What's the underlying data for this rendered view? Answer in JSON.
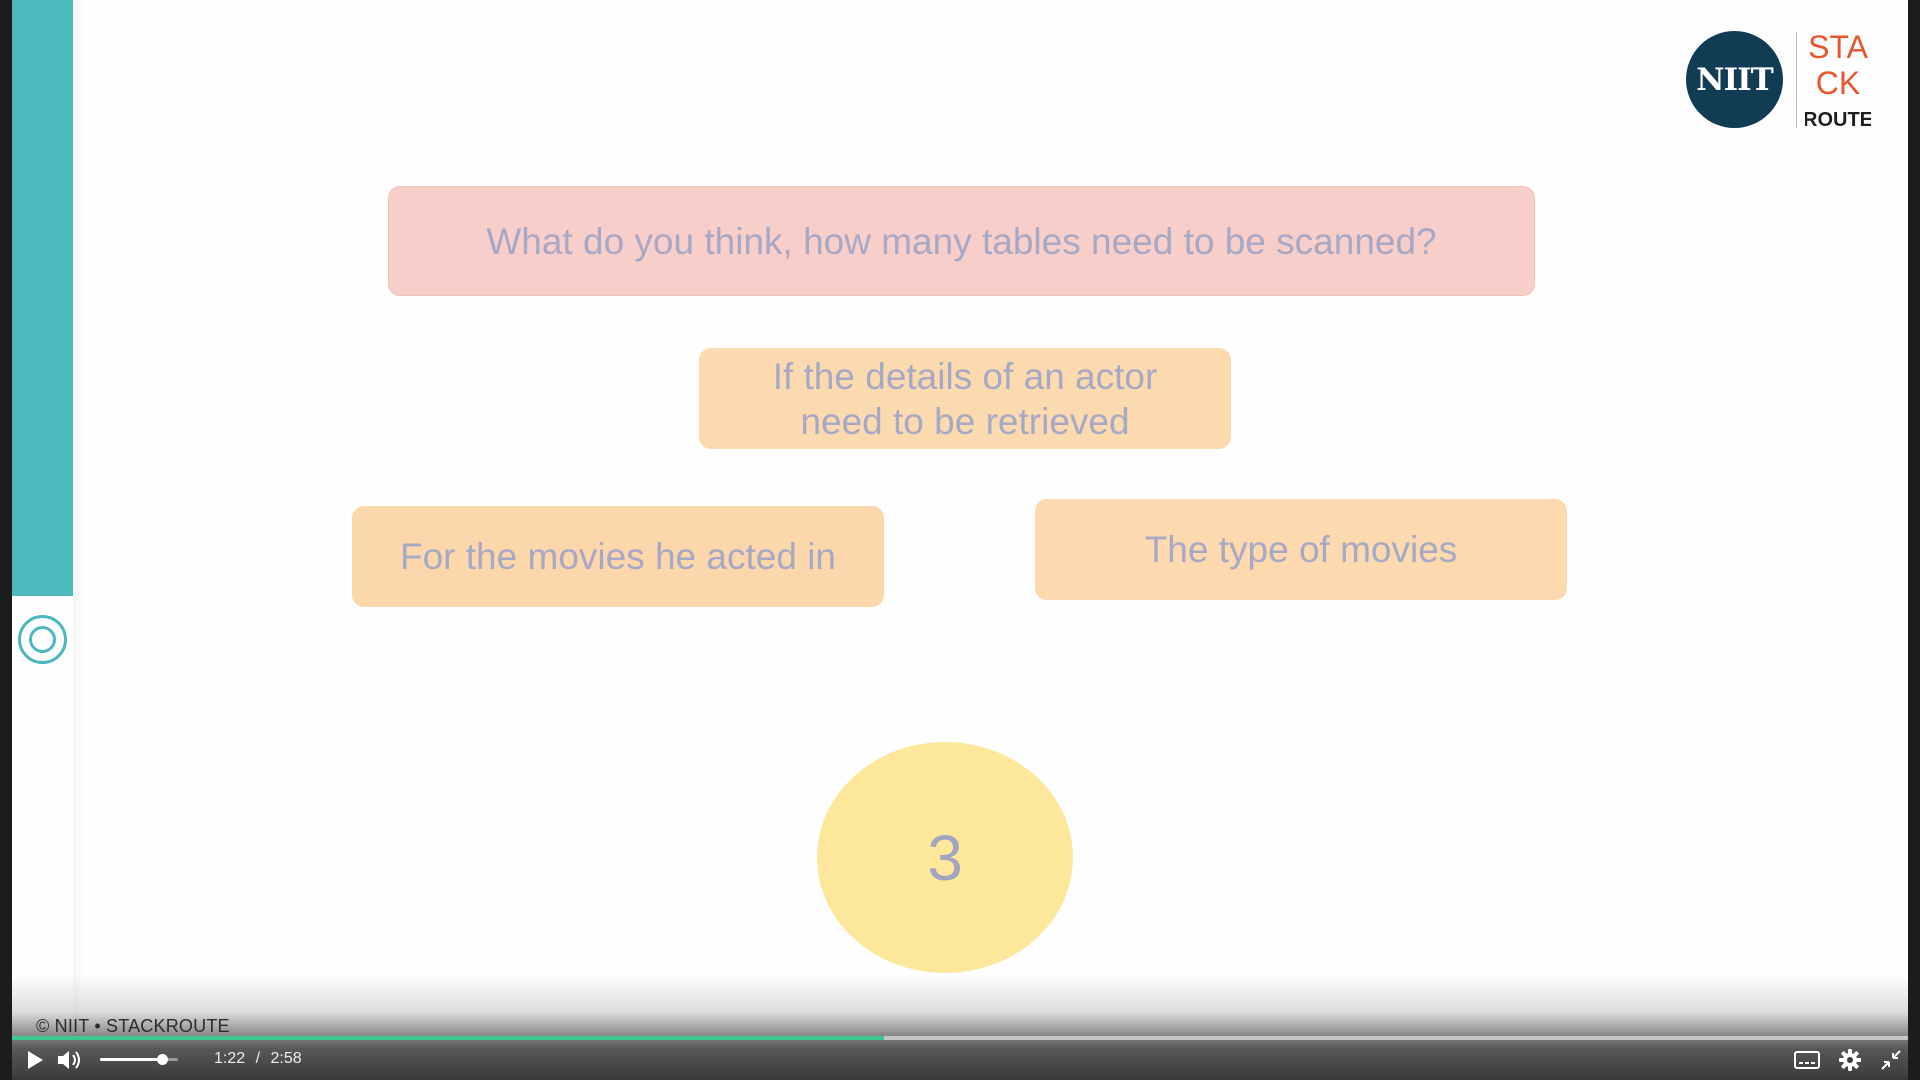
{
  "slide": {
    "question": "What do you think, how many tables need to be scanned?",
    "prompt": "If the details of an actor need to be retrieved",
    "option_left": "For the movies he acted in",
    "option_right": "The type of movies",
    "answer": "3"
  },
  "logo": {
    "niit": "NIIT",
    "stack_line1": "STA",
    "stack_line2": "CK",
    "route": "ROUTE"
  },
  "player": {
    "copyright": "© NIIT • STACKROUTE",
    "current_time": "1:22",
    "separator": "/",
    "duration": "2:58",
    "progress_fraction": 0.46,
    "volume_fraction": 0.8,
    "icons": {
      "play": "play-icon",
      "volume": "volume-icon",
      "captions": "captions-icon",
      "settings": "settings-icon",
      "exit_fullscreen": "exit-fullscreen-icon"
    }
  },
  "colors": {
    "teal_accent": "#4db8bd",
    "question_box": "#f7cec9",
    "option_box": "#fcd9ae",
    "answer_circle": "#fde79a",
    "progress": "#3cc78d"
  }
}
